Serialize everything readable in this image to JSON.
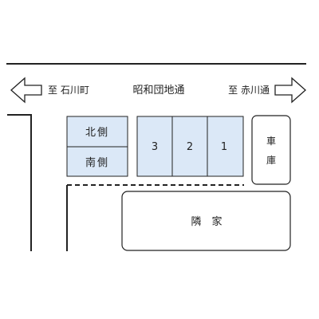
{
  "road": {
    "name": "昭和団地通",
    "left_direction": "至 石川町",
    "right_direction": "至 赤川通"
  },
  "lots": {
    "north": "北側",
    "south": "南側",
    "slot_3": "3",
    "slot_2": "2",
    "slot_1": "1"
  },
  "garage": {
    "char_1": "車",
    "char_2": "庫"
  },
  "neighbor": "隣　家",
  "colors": {
    "lot_fill": "#dbe8f7",
    "line": "#222222",
    "background": "#ffffff"
  }
}
